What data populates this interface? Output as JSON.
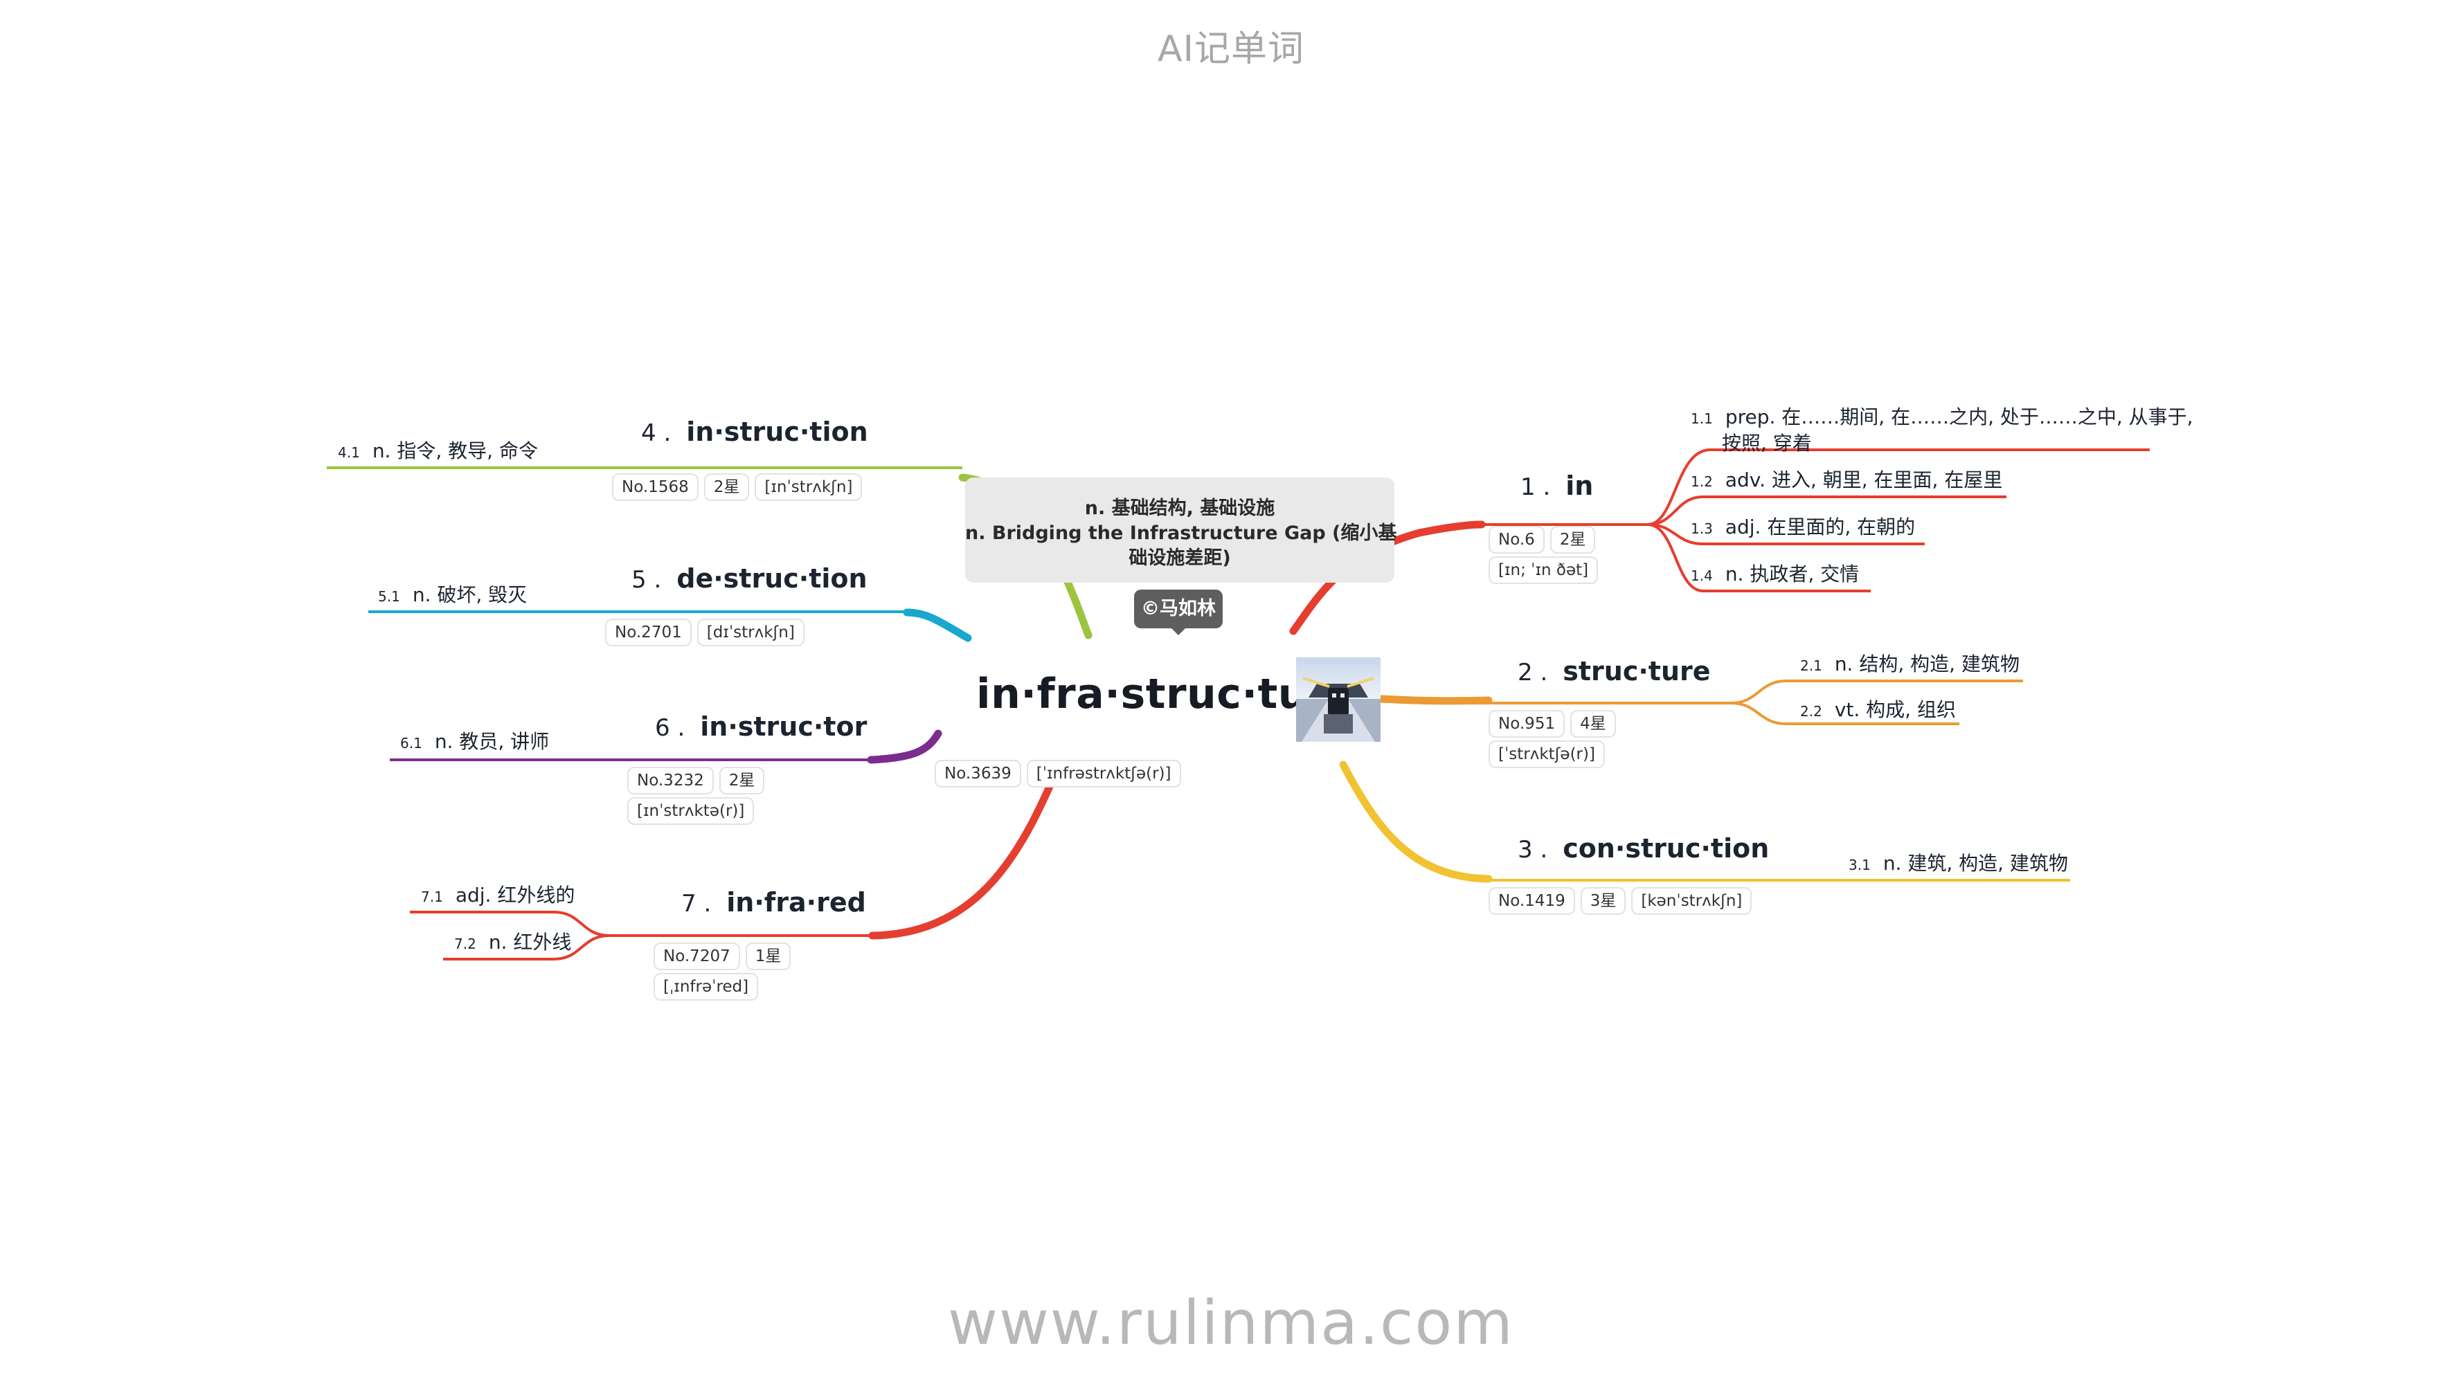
{
  "app_title": "AI记单词",
  "website": "www.rulinma.com",
  "center": {
    "word": "in·fra·struc·ture",
    "no": "No.3639",
    "phonetic": "[ˈɪnfrəstrʌktʃə(r)]",
    "meaning_lines": [
      "n. 基础结构, 基础设施",
      "n. Bridging the Infrastructure Gap (缩小基",
      "础设施差距)"
    ],
    "author": "©马如林",
    "thumbnail_icon": "robot-photo"
  },
  "branches": [
    {
      "id": "1",
      "num": "1 .",
      "word": "in",
      "no": "No.6",
      "stars": "2星",
      "phonetic": "[ɪn; ˈɪn ðət]",
      "color": "#e53e30",
      "meanings": [
        {
          "num": "1.1",
          "lines": [
            "prep. 在……期间, 在……之内, 处于……之中, 从事于,",
            "按照, 穿着"
          ]
        },
        {
          "num": "1.2",
          "lines": [
            "adv. 进入, 朝里, 在里面, 在屋里"
          ]
        },
        {
          "num": "1.3",
          "lines": [
            "adj. 在里面的, 在朝的"
          ]
        },
        {
          "num": "1.4",
          "lines": [
            "n. 执政者, 交情"
          ]
        }
      ]
    },
    {
      "id": "2",
      "num": "2 .",
      "word": "struc·ture",
      "no": "No.951",
      "stars": "4星",
      "phonetic": "[ˈstrʌktʃə(r)]",
      "color": "#ec9a34",
      "meanings": [
        {
          "num": "2.1",
          "lines": [
            "n. 结构, 构造, 建筑物"
          ]
        },
        {
          "num": "2.2",
          "lines": [
            "vt. 构成, 组织"
          ]
        }
      ]
    },
    {
      "id": "3",
      "num": "3 .",
      "word": "con·struc·tion",
      "no": "No.1419",
      "stars": "3星",
      "phonetic": "[kənˈstrʌkʃn]",
      "color": "#f1c232",
      "meanings": [
        {
          "num": "3.1",
          "lines": [
            "n. 建筑, 构造, 建筑物"
          ]
        }
      ]
    },
    {
      "id": "4",
      "num": "4 .",
      "word": "in·struc·tion",
      "no": "No.1568",
      "stars": "2星",
      "phonetic": "[ɪnˈstrʌkʃn]",
      "color": "#9dc43f",
      "meanings": [
        {
          "num": "4.1",
          "lines": [
            "n. 指令, 教导, 命令"
          ]
        }
      ]
    },
    {
      "id": "5",
      "num": "5 .",
      "word": "de·struc·tion",
      "no": "No.2701",
      "stars": "",
      "phonetic": "[dɪˈstrʌkʃn]",
      "color": "#19a7cf",
      "meanings": [
        {
          "num": "5.1",
          "lines": [
            "n. 破坏, 毁灭"
          ]
        }
      ]
    },
    {
      "id": "6",
      "num": "6 .",
      "word": "in·struc·tor",
      "no": "No.3232",
      "stars": "2星",
      "phonetic": "[ɪnˈstrʌktə(r)]",
      "color": "#7b2d8e",
      "meanings": [
        {
          "num": "6.1",
          "lines": [
            "n. 教员, 讲师"
          ]
        }
      ]
    },
    {
      "id": "7",
      "num": "7 .",
      "word": "in·fra·red",
      "no": "No.7207",
      "stars": "1星",
      "phonetic": "[ˌɪnfrəˈred]",
      "color": "#e53e30",
      "meanings": [
        {
          "num": "7.1",
          "lines": [
            "adj. 红外线的"
          ]
        },
        {
          "num": "7.2",
          "lines": [
            "n. 红外线"
          ]
        }
      ]
    }
  ]
}
